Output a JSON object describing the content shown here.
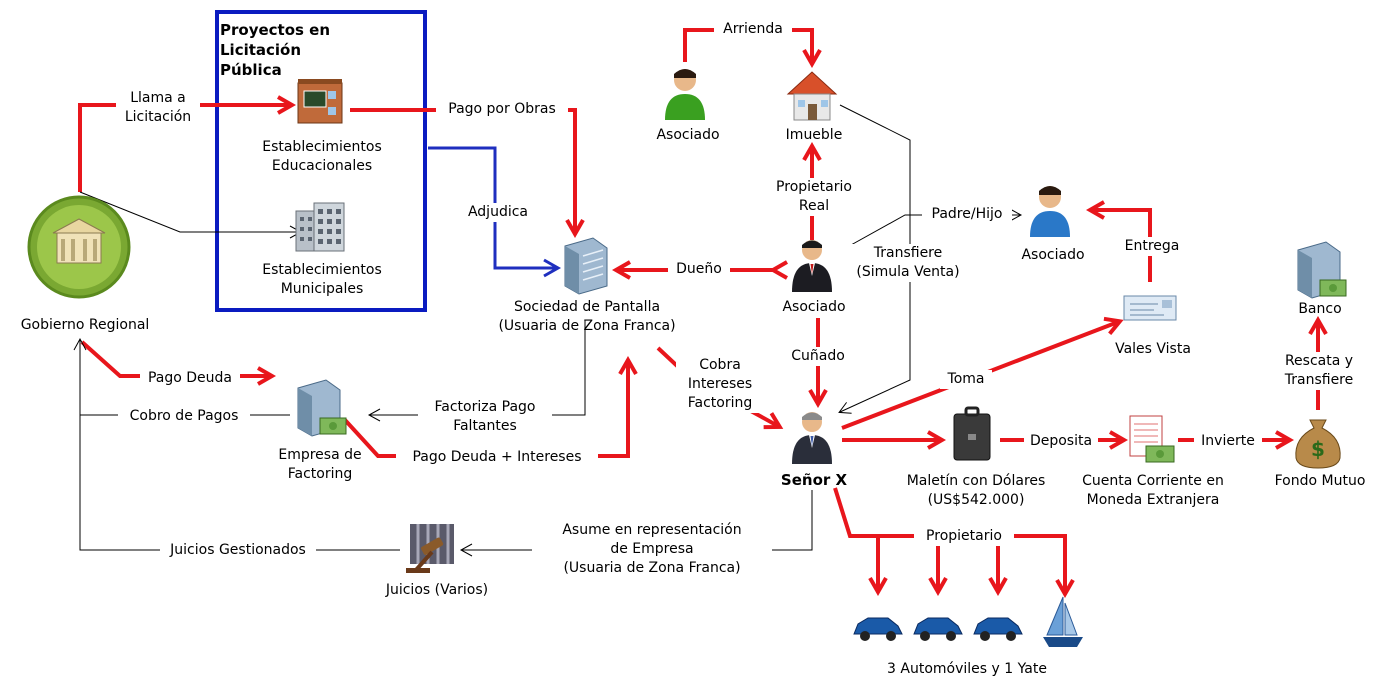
{
  "colors": {
    "money_flow": "#e8161c",
    "contract_flow": "#1f2fbf",
    "relation": "#000000",
    "project_box": "#0a1bc0"
  },
  "project_box": {
    "title": "Proyectos en\nLicitación\nPública"
  },
  "nodes": {
    "gobierno": {
      "label": "Gobierno Regional",
      "icon": "government-building-icon"
    },
    "edu": {
      "label": "Establecimientos\nEducacionales",
      "icon": "school-icon"
    },
    "muni": {
      "label": "Establecimientos\nMunicipales",
      "icon": "office-building-icon"
    },
    "sociedad": {
      "label": "Sociedad de Pantalla\n(Usuaria de Zona Franca)",
      "icon": "office-building-icon"
    },
    "asociado_top": {
      "label": "Asociado",
      "icon": "person-green-icon"
    },
    "inmueble": {
      "label": "Imueble",
      "icon": "house-icon"
    },
    "asociado_mid": {
      "label": "Asociado",
      "icon": "businessman-icon"
    },
    "asociado_right": {
      "label": "Asociado",
      "icon": "person-blue-icon"
    },
    "senor": {
      "label": "Señor X",
      "icon": "businessman-icon"
    },
    "factoring": {
      "label": "Empresa de\nFactoring",
      "icon": "bank-money-icon"
    },
    "juicios": {
      "label": "Juicios (Varios)",
      "icon": "gavel-icon"
    },
    "vales": {
      "label": "Vales Vista",
      "icon": "check-document-icon"
    },
    "maletin": {
      "label": "Maletín con Dólares\n(US$542.000)",
      "icon": "briefcase-icon"
    },
    "cuenta": {
      "label": "Cuenta Corriente en\nMoneda Extranjera",
      "icon": "account-money-icon"
    },
    "fondo": {
      "label": "Fondo Mutuo",
      "icon": "money-bag-icon"
    },
    "banco": {
      "label": "Banco",
      "icon": "bank-money-icon"
    },
    "autos": {
      "label": "3 Automóviles y 1 Yate",
      "icon": "car-icon"
    }
  },
  "edges": {
    "llama": "Llama a\nLicitación",
    "pago_obras": "Pago por Obras",
    "adjudica": "Adjudica",
    "arrienda": "Arrienda",
    "propietario_real": "Propietario\nReal",
    "padre_hijo": "Padre/Hijo",
    "transfiere": "Transfiere\n(Simula Venta)",
    "entrega": "Entrega",
    "dueno": "Dueño",
    "cunado": "Cuñado",
    "cobra": "Cobra\nIntereses\nFactoring",
    "pago_deuda": "Pago Deuda",
    "cobro_pagos": "Cobro de Pagos",
    "factoriza": "Factoriza Pago\nFaltantes",
    "pago_deuda_int": "Pago Deuda + Intereses",
    "toma": "Toma",
    "deposita": "Deposita",
    "invierte": "Invierte",
    "rescata": "Rescata y\nTransfiere",
    "juicios_gestionados": "Juicios Gestionados",
    "asume": "Asume en representación\nde Empresa\n(Usuaria de Zona Franca)",
    "propietario": "Propietario"
  }
}
